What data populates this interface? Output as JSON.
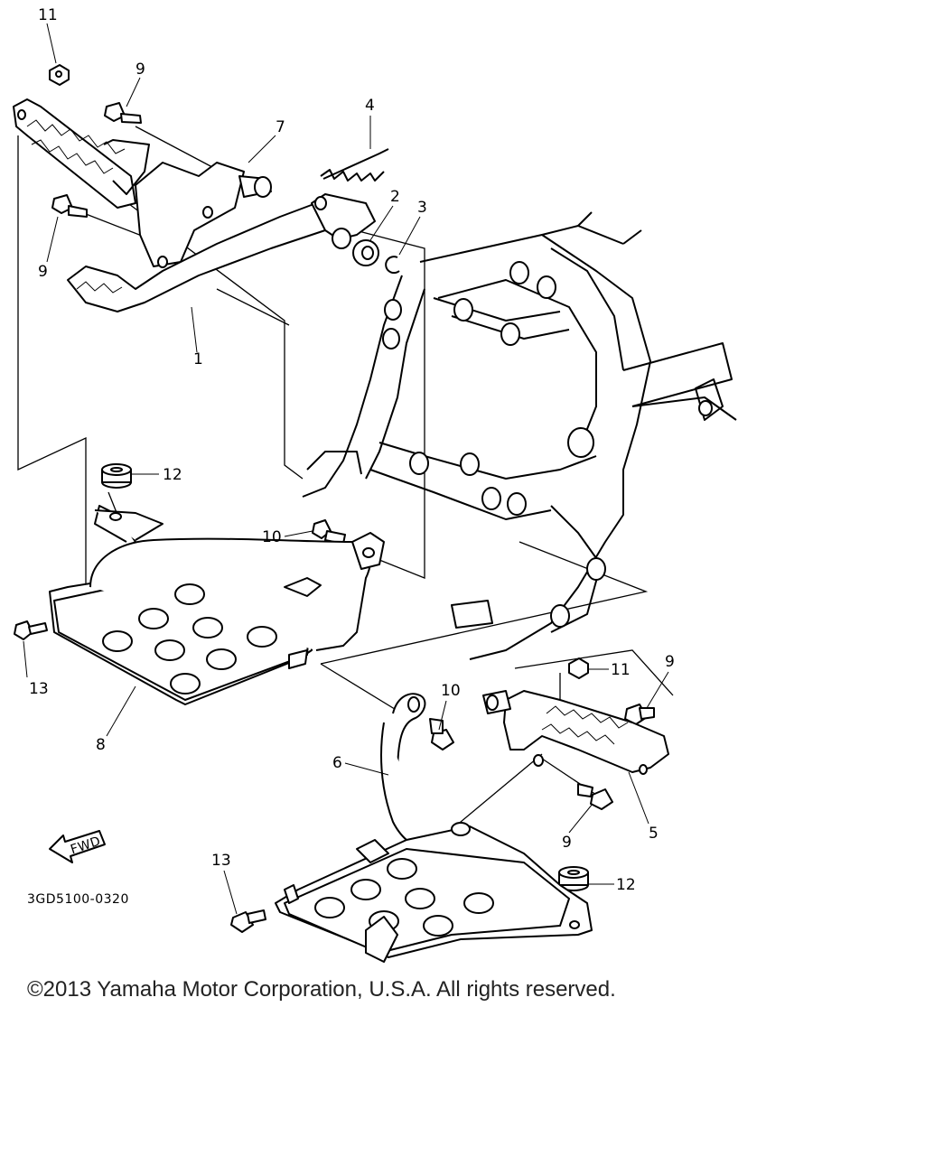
{
  "diagram": {
    "callouts": [
      "1",
      "2",
      "3",
      "4",
      "5",
      "6",
      "7",
      "8",
      "9",
      "10",
      "11",
      "12",
      "13"
    ],
    "drawing_code": "3GD5100-0320",
    "fwd_arrow_label": "FWD"
  },
  "footer": {
    "copyright": "©2013 Yamaha Motor Corporation, U.S.A. All rights reserved."
  }
}
